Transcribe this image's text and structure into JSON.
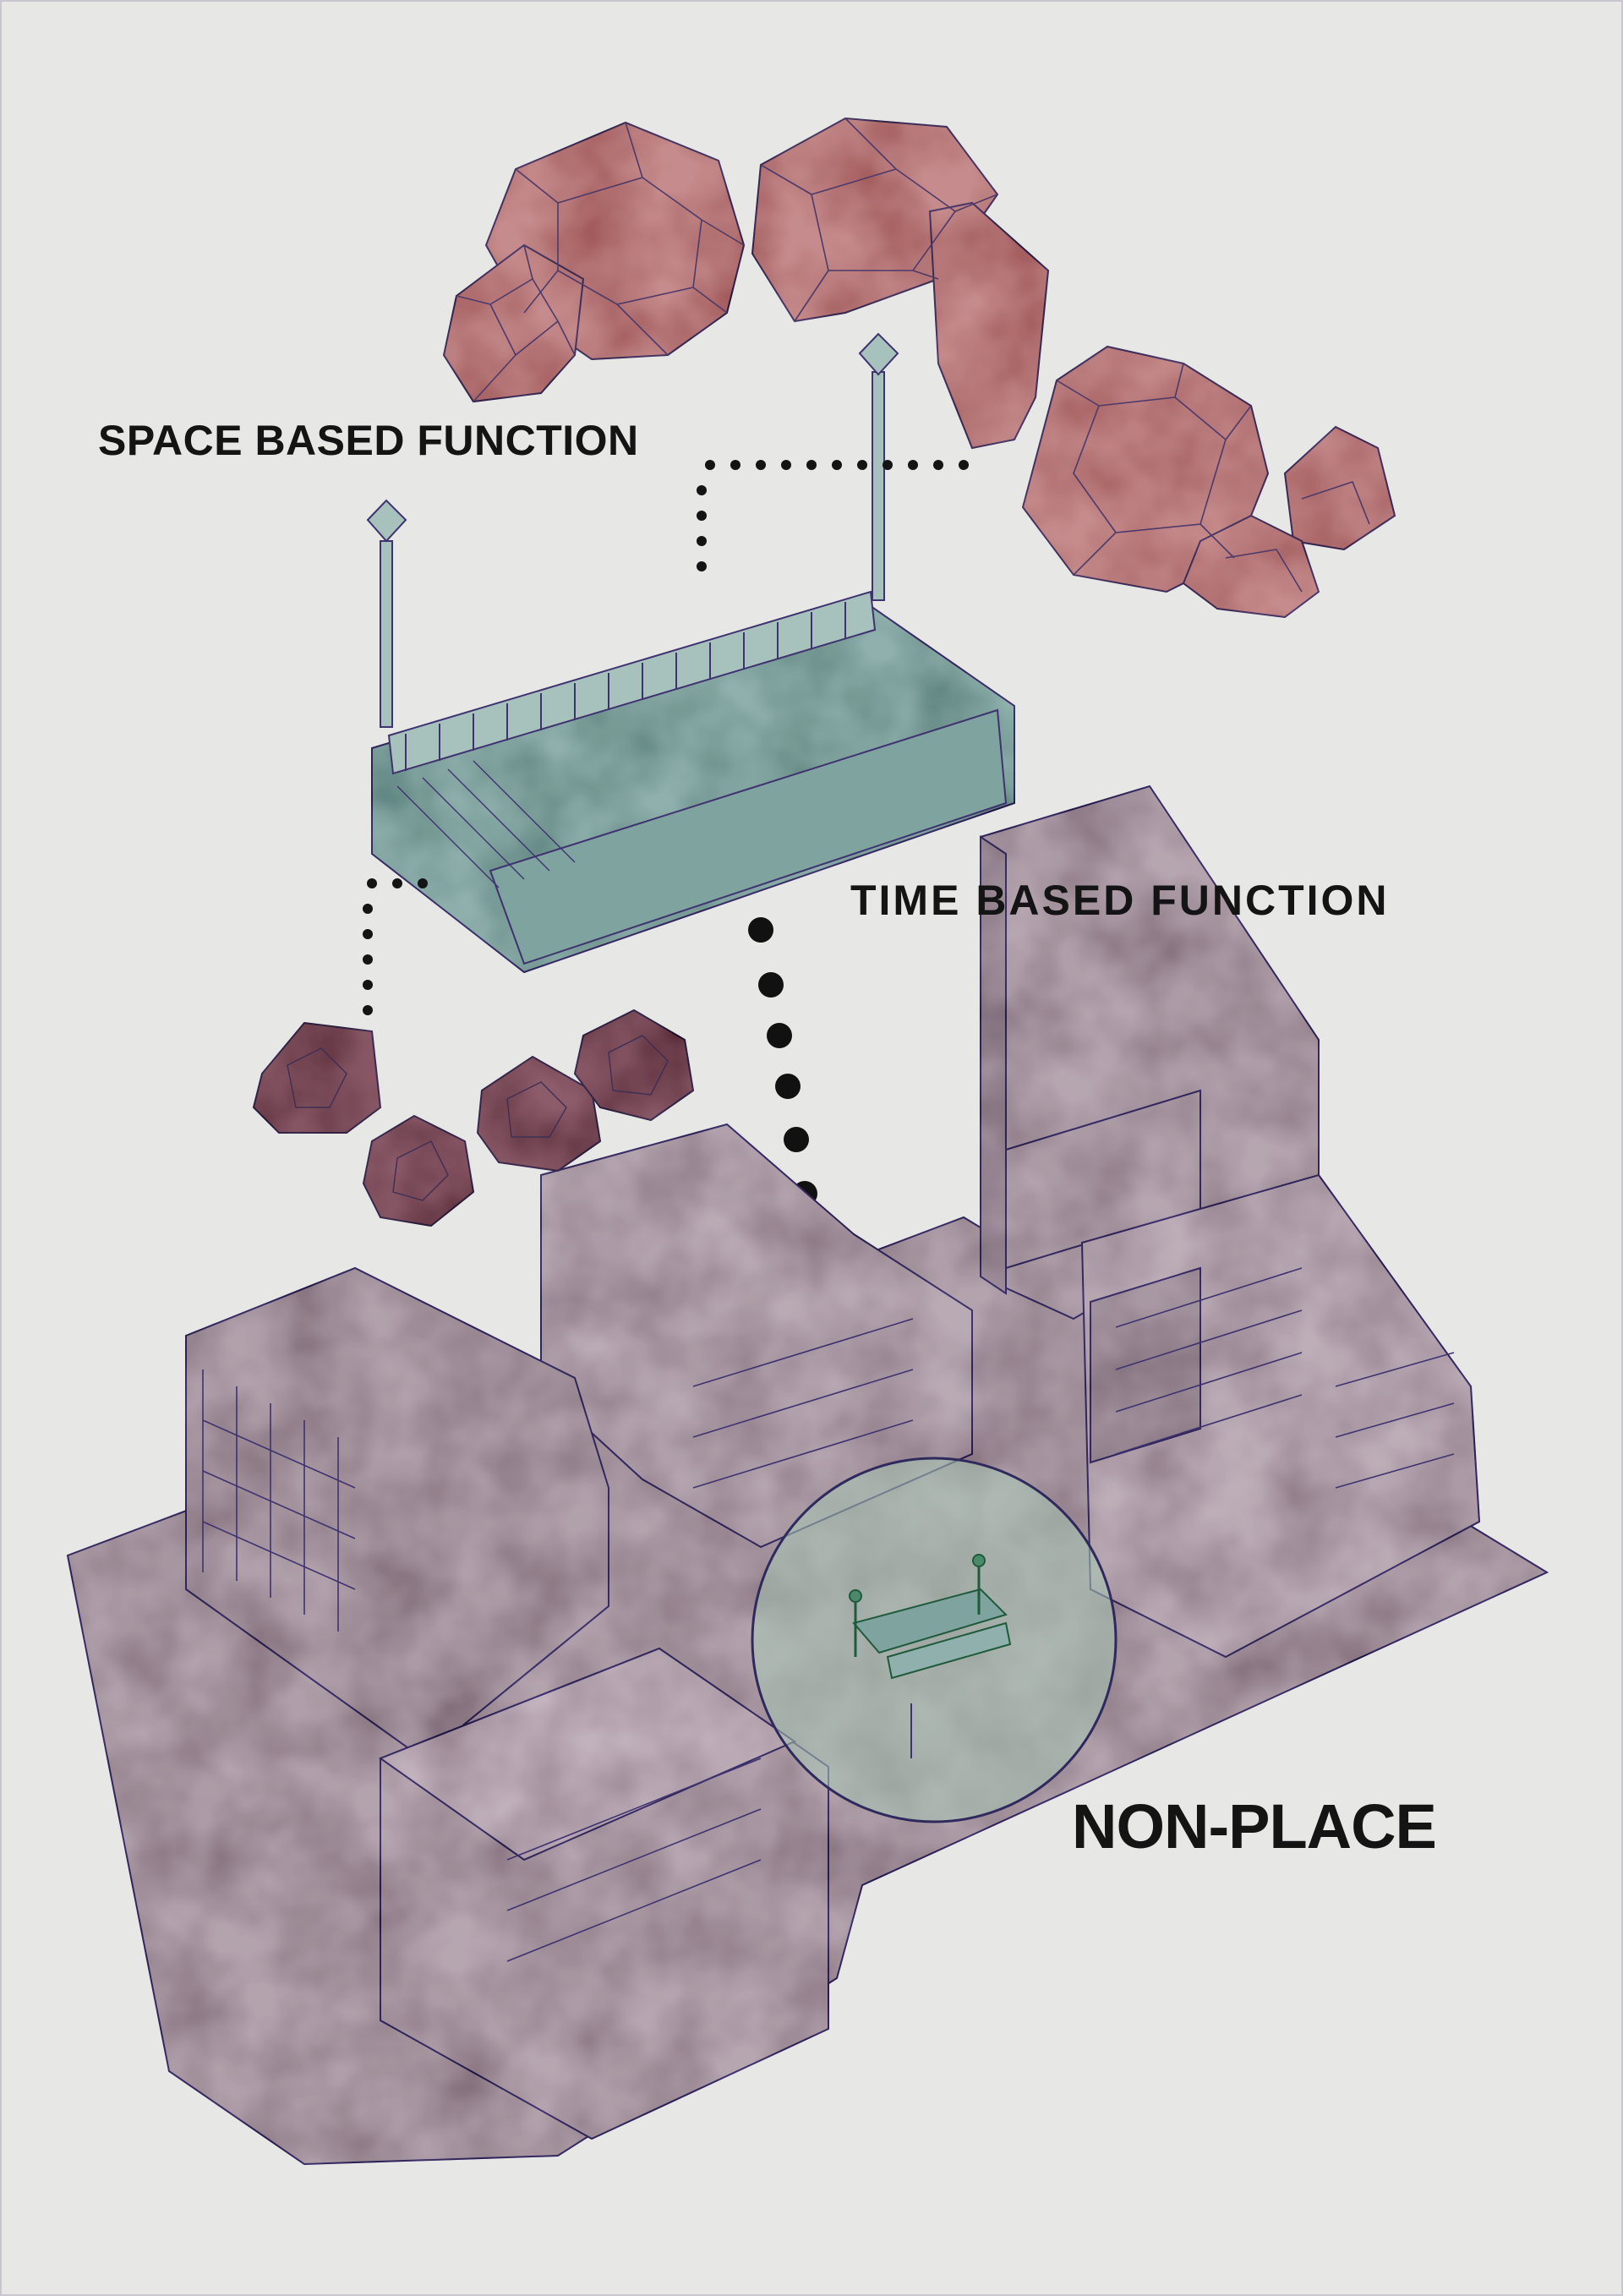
{
  "labels": {
    "space_based": "SPACE BASED FUNCTION",
    "time_based": "TIME BASED FUNCTION",
    "non_place": "NON-PLACE"
  },
  "colors": {
    "background": "#e7e7e6",
    "rock_pink": "#c68b8c",
    "rock_dark": "#8d5b6a",
    "stair_teal": "#8fb0ac",
    "building_mauve": "#b3a3ad",
    "line_purple": "#3f3270",
    "highlight_green": "#a9c8b6",
    "text": "#141414"
  },
  "icons": {
    "rocks": "low-poly-boulder",
    "stair": "subway-stair-entrance",
    "lamp": "street-lamp",
    "focus": "circle-highlight"
  }
}
